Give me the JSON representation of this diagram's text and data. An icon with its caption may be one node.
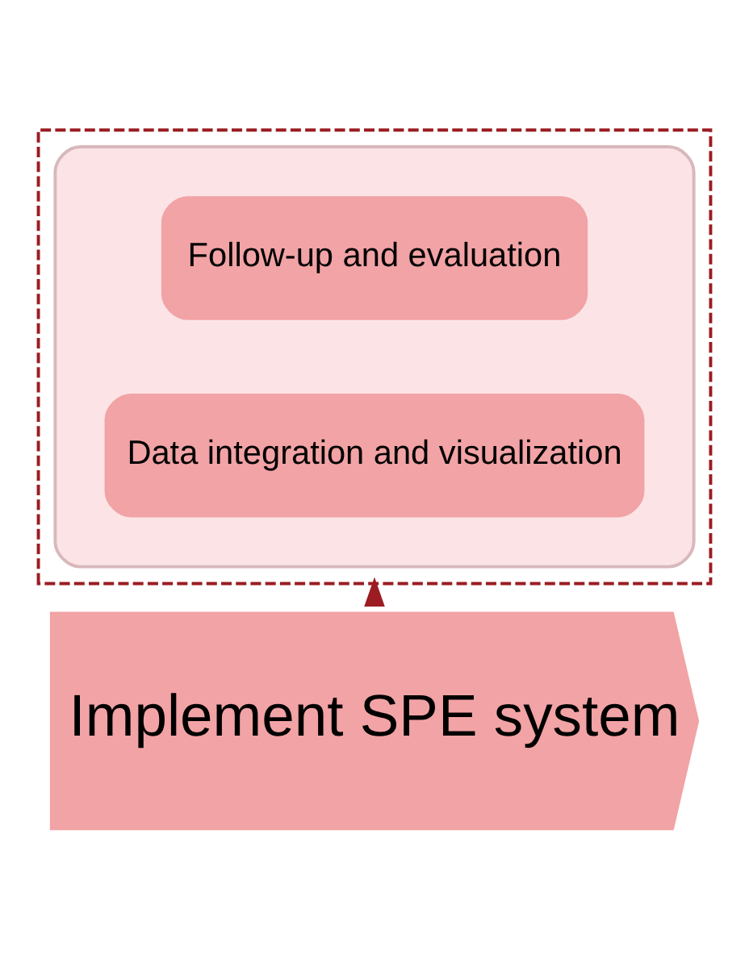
{
  "diagram": {
    "nodes": [
      {
        "text": [],
        "shape": "box"
      },
      {
        "text": [],
        "shape": "box",
        "in": 0
      },
      {
        "text": [
          "Follow-up and evaluation"
        ],
        "in": 1
      },
      {
        "text": [
          "Data integration and visualization"
        ],
        "in": 1
      },
      {
        "text": [
          "Implement SPE system"
        ]
      }
    ],
    "edges": [
      {
        "from": 4,
        "to": 0,
        "arrow": "to",
        "color": "#9b1c22"
      }
    ]
  }
}
